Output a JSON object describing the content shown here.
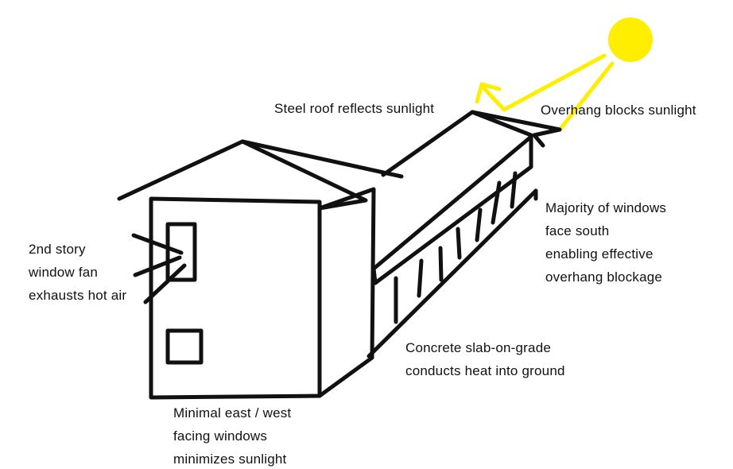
{
  "colors": {
    "sun": "#ffee00",
    "sun_rays": "#ffee00",
    "lines": "#111111",
    "background": "#ffffff"
  },
  "labels": {
    "steel_roof": "Steel roof reflects sunlight",
    "overhang": "Overhang blocks sunlight",
    "south_windows": [
      "Majority of windows",
      "face south",
      "enabling effective",
      "overhang blockage"
    ],
    "window_fan": [
      "2nd story",
      "window fan",
      "exhausts hot air"
    ],
    "slab": [
      "Concrete slab-on-grade",
      "conducts heat into ground"
    ],
    "east_west": [
      "Minimal east / west",
      "facing windows",
      "minimizes sunlight"
    ]
  }
}
